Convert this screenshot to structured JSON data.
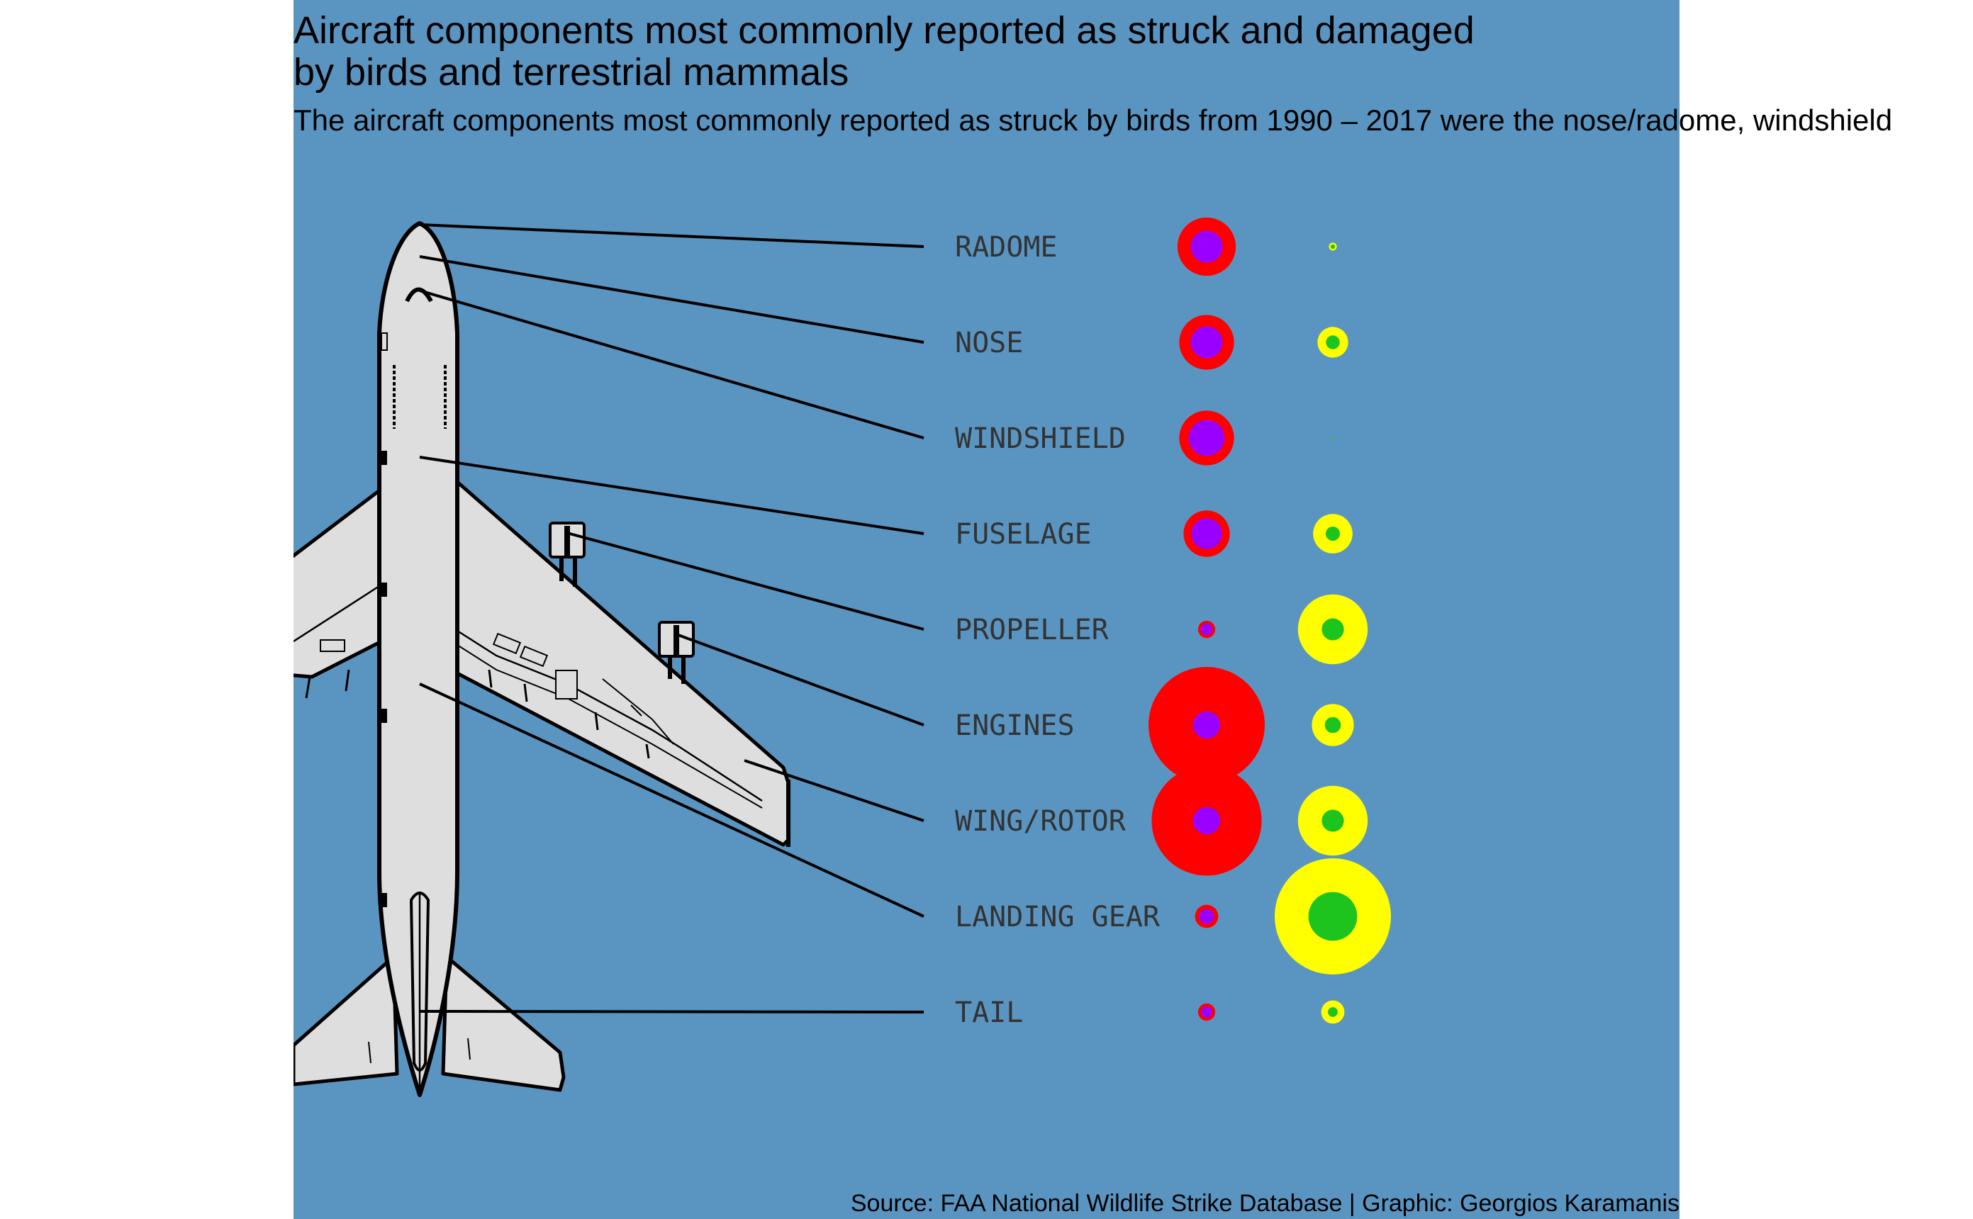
{
  "title": "Aircraft components most commonly reported as struck and damaged\nby birds and terrestrial mammals",
  "subtitle": "The aircraft components most commonly reported as struck by birds from 1990 – 2017 were the nose/radome, windshield",
  "caption": "Source: FAA National Wildlife Strike Database | Graphic: Georgios Karamanis",
  "colors": {
    "background": "#5a95c2",
    "birds_struck": "#ff0000",
    "birds_damaged": "#9900ff",
    "mammals_struck": "#ffff00",
    "mammals_damaged": "#1ec41e",
    "label_text": "#333333",
    "aircraft_fill": "#dedede",
    "leader_line": "#000000"
  },
  "chart_data": {
    "type": "bubble",
    "categories": [
      "RADOME",
      "NOSE",
      "WINDSHIELD",
      "FUSELAGE",
      "PROPELLER",
      "ENGINES",
      "WING/ROTOR",
      "LANDING GEAR",
      "TAIL"
    ],
    "series": [
      {
        "key": "birds_struck",
        "color": "#ff0000",
        "values": [
          0.252,
          0.222,
          0.222,
          0.159,
          0.022,
          1.0,
          0.895,
          0.04,
          0.022
        ]
      },
      {
        "key": "birds_damaged",
        "color": "#9900ff",
        "values": [
          0.075,
          0.075,
          0.095,
          0.07,
          0.01,
          0.055,
          0.055,
          0.016,
          0.009
        ]
      },
      {
        "key": "mammals_struck",
        "color": "#ffff00",
        "values": [
          0.0045,
          0.07,
          0.0003,
          0.115,
          0.36,
          0.13,
          0.36,
          1.0,
          0.04
        ]
      },
      {
        "key": "mammals_damaged",
        "color": "#1ec41e",
        "values": [
          0.0015,
          0.014,
          5e-05,
          0.015,
          0.036,
          0.019,
          0.036,
          0.176,
          0.007
        ]
      }
    ]
  }
}
